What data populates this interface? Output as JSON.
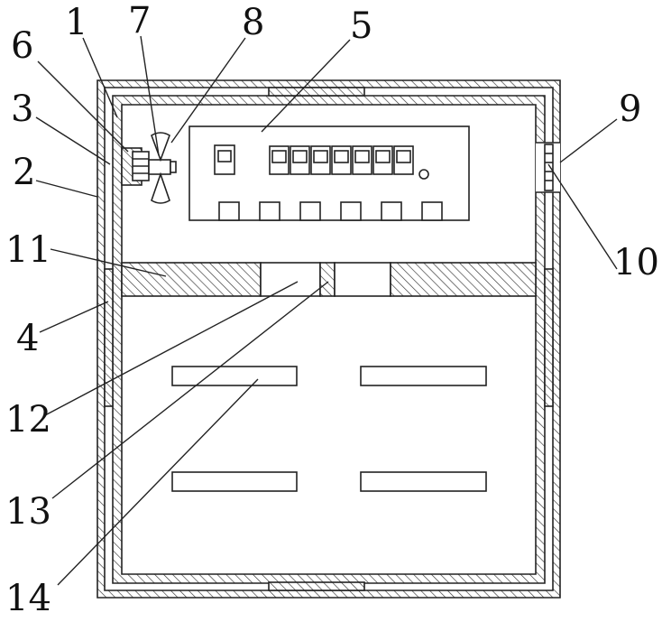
{
  "diagram": {
    "labels": [
      "1",
      "2",
      "3",
      "4",
      "5",
      "6",
      "7",
      "8",
      "9",
      "10",
      "11",
      "12",
      "13",
      "14"
    ]
  },
  "colors": {
    "line": "#222222",
    "background": "#ffffff"
  }
}
